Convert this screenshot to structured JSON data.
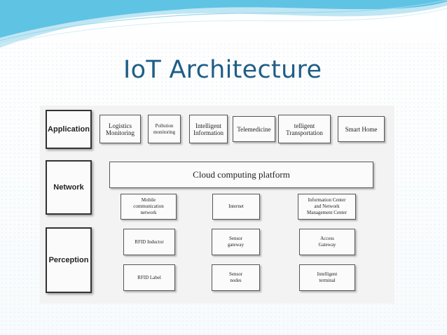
{
  "title": "IoT Architecture",
  "colors": {
    "title": "#1f5e86",
    "wave": "#5fc3e4",
    "box_border": "#555555"
  },
  "layers": {
    "application": "Application",
    "network": "Network",
    "perception": "Perception"
  },
  "application_items": [
    "Logistics\nMonitoring",
    "Pollution\nmonitoring",
    "Intelligent\nInformation",
    "Telemedicine",
    "telligent\nTransportation",
    "Smart Home"
  ],
  "network": {
    "cloud": "Cloud computing platform",
    "items": [
      "Mobile\ncommunication\nnetwork",
      "Internet",
      "Information Center\nand Network\nManagement Center"
    ]
  },
  "perception_items": [
    "RFID Inductor",
    "Sensor\ngateway",
    "Access\nGateway",
    "RFID Label",
    "Sensor\nnodes",
    "Intelligent\nterminal"
  ]
}
